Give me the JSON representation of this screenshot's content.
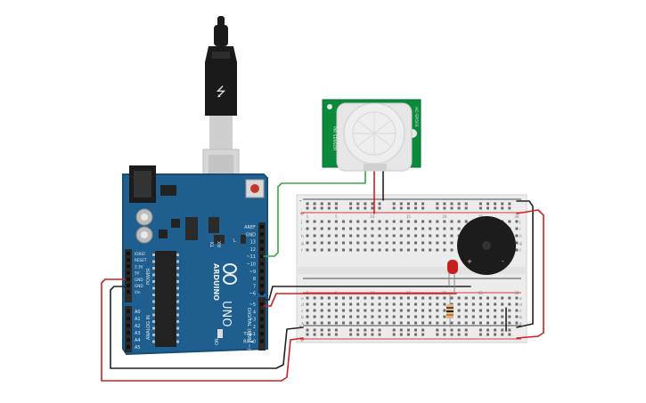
{
  "colors": {
    "board": "#1f5f8f",
    "board_edge": "#184d75",
    "header": "#2a2a2a",
    "chip": "#222222",
    "breadboard": "#ececec",
    "rail_red": "#d83a3a",
    "rail_blue": "#4a4a4a",
    "pir_pcb": "#0a8a3a",
    "pir_lens": "#e6e6e6",
    "wire_red": "#d41f1f",
    "wire_black": "#222222",
    "wire_green": "#3aa646",
    "led": "#c81e1e",
    "buzzer": "#1c1c1c",
    "usb": "#1a1a1a"
  },
  "arduino": {
    "brand": "ARDUINO",
    "model": "UNO",
    "power_label": "POWER",
    "analog_label": "ANALOG IN",
    "digital_label": "DIGITAL (PWM ~)",
    "on_label": "ON",
    "tx_label": "TX",
    "rx_label": "RX",
    "l_label": "L",
    "power_pins": [
      "IOREF",
      "RESET",
      "3.3V",
      "5V",
      "GND",
      "GND",
      "Vin"
    ],
    "analog_pins": [
      "A0",
      "A1",
      "A2",
      "A3",
      "A4",
      "A5"
    ],
    "digital_pins": [
      "AREF",
      "GND",
      "13",
      "12",
      "~11",
      "~10",
      "~9",
      "8",
      "7",
      "~6",
      "~5",
      "4",
      "~3",
      "2",
      "TX►1",
      "RX◄0"
    ]
  },
  "breadboard": {
    "col_labels": [
      "1",
      "5",
      "10",
      "15",
      "20",
      "25",
      "30"
    ],
    "row_labels_top": [
      "j",
      "i",
      "h",
      "g",
      "f"
    ],
    "row_labels_bottom": [
      "e",
      "d",
      "c",
      "b",
      "a"
    ],
    "plus": "+",
    "minus": "-"
  },
  "pir": {
    "left_text": "PIR SENSOR",
    "right_text": "HC-SR501"
  },
  "buzzer": {
    "plus": "+",
    "minus": "-"
  }
}
